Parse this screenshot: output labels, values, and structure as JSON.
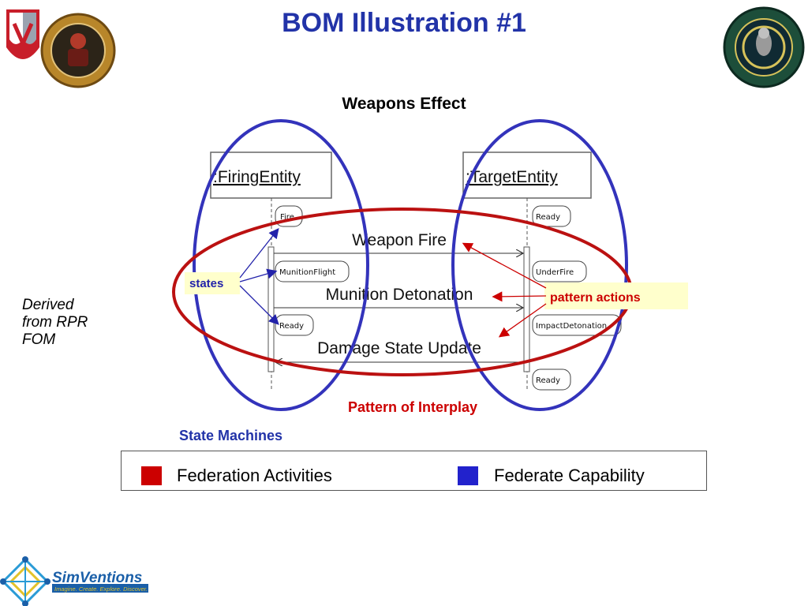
{
  "slide": {
    "title": "BOM Illustration #1",
    "subtitle": "Weapons Effect",
    "derived_note": "Derived\nfrom RPR\nFOM"
  },
  "diagram": {
    "firing_entity": ":FiringEntity",
    "target_entity": ":TargetEntity",
    "firing_states": [
      "Fire",
      "MunitionFlight",
      "Ready"
    ],
    "target_states": [
      "Ready",
      "UnderFire",
      "ImpactDetonation",
      "Ready"
    ],
    "messages": [
      "Weapon Fire",
      "Munition Detonation",
      "Damage State Update"
    ],
    "states_label": "states",
    "pattern_actions_label": "pattern actions",
    "pattern_label": "Pattern of Interplay",
    "state_machines_label": "State Machines"
  },
  "legend": {
    "items": [
      {
        "label": "Federation Activities",
        "color": "#cc0000"
      },
      {
        "label": "Federate Capability",
        "color": "#2222cc"
      }
    ]
  },
  "footer": {
    "brand": "SimVentions",
    "tagline": "Imagine. Create. Explore. Discover."
  },
  "colors": {
    "title": "#2233a8",
    "blue_ellipse": "#3333bb",
    "red_ellipse": "#bb1111",
    "arrow_blue": "#2222aa",
    "arrow_red": "#cc0000",
    "callout_fill": "#ffffcc"
  }
}
